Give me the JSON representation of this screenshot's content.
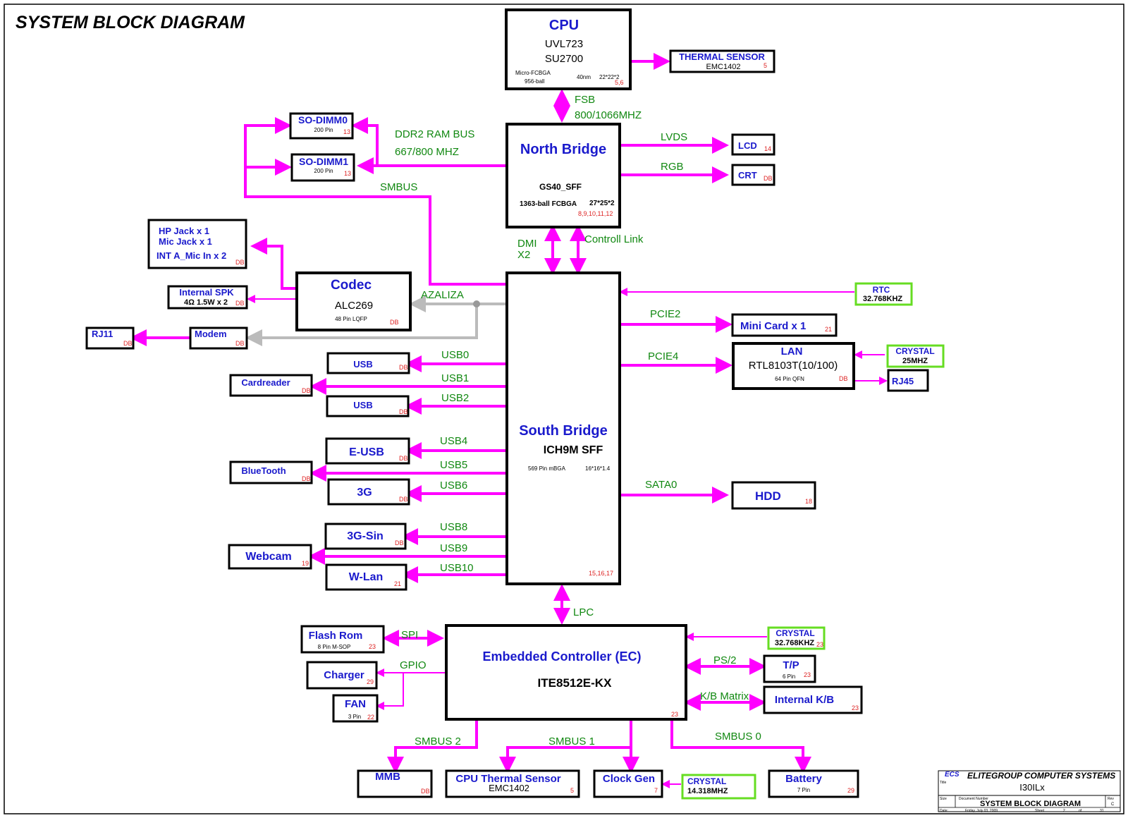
{
  "diagram_title": "SYSTEM BLOCK DIAGRAM",
  "colors": {
    "bus": "#ff00ff",
    "label_blue": "#1a1acc",
    "signal_green": "#118811",
    "page_ref_red": "#dd2222",
    "crystal_border": "#66dd22"
  },
  "cpu": {
    "title": "CPU",
    "line1": "UVL723",
    "line2": "SU2700",
    "pkg1": "Micro-FCBGA",
    "pkg2": "956-ball",
    "process": "40nm",
    "size": "22*22*2",
    "ref": "5,6"
  },
  "thermal_sensor": {
    "title": "THERMAL SENSOR",
    "part": "EMC1402",
    "ref": "5"
  },
  "fsb": {
    "line1": "FSB",
    "line2": "800/1066MHZ"
  },
  "north_bridge": {
    "title": "North Bridge",
    "part": "GS40_SFF",
    "pkg": "1363-ball  FCBGA",
    "size": "27*25*2",
    "ref": "8,9,10,11,12"
  },
  "so_dimm0": {
    "title": "SO-DIMM0",
    "pins": "200 Pin",
    "ref": "13"
  },
  "so_dimm1": {
    "title": "SO-DIMM1",
    "pins": "200 Pin",
    "ref": "13"
  },
  "ram_bus": {
    "line1": "DDR2 RAM BUS",
    "line2": "667/800 MHZ"
  },
  "smbus_nb": "SMBUS",
  "lvds": "LVDS",
  "rgb": "RGB",
  "lcd": {
    "title": "LCD",
    "ref": "14"
  },
  "crt": {
    "title": "CRT",
    "ref": "DB"
  },
  "dmi": {
    "line1": "DMI",
    "line2": "X2"
  },
  "control_link": "Controll Link",
  "south_bridge": {
    "title": "South Bridge",
    "part": "ICH9M SFF",
    "pkg": "569 Pin mBGA",
    "size": "16*16*1.4",
    "ref": "15,16,17"
  },
  "audio_jack": {
    "line1": "HP Jack x 1",
    "line2": "Mic Jack x 1",
    "line3": "INT A_Mic In x 2",
    "ref": "DB"
  },
  "internal_spk": {
    "title": "Internal SPK",
    "spec": "4Ω 1.5W x 2",
    "ref": "DB"
  },
  "codec": {
    "title": "Codec",
    "part": "ALC269",
    "pkg": "48 Pin LQFP",
    "ref": "DB"
  },
  "azalia": "AZALIZA",
  "rj11": {
    "title": "RJ11",
    "ref": "DB"
  },
  "modem": {
    "title": "Modem",
    "ref": "DB"
  },
  "rtc": {
    "title": "RTC",
    "freq": "32.768KHZ"
  },
  "pcie2": "PCIE2",
  "mini_card": {
    "title": "Mini Card x 1",
    "ref": "21"
  },
  "pcie4": "PCIE4",
  "lan": {
    "title": "LAN",
    "part": "RTL8103T(10/100)",
    "pkg": "64 Pin QFN",
    "ref": "DB"
  },
  "crystal_lan": {
    "title": "CRYSTAL",
    "freq": "25MHZ"
  },
  "rj45": {
    "title": "RJ45"
  },
  "sata0": "SATA0",
  "hdd": {
    "title": "HDD",
    "ref": "18"
  },
  "usb_devices": [
    {
      "label": "USB",
      "ref": "DB",
      "bus": "USB0"
    },
    {
      "label": "Cardreader",
      "ref": "DB",
      "bus": "USB1"
    },
    {
      "label": "USB",
      "ref": "DB",
      "bus": "USB2"
    },
    {
      "label": "E-USB",
      "ref": "DB",
      "bus": "USB4"
    },
    {
      "label": "BlueTooth",
      "ref": "DB",
      "bus": "USB5"
    },
    {
      "label": "3G",
      "ref": "DB",
      "bus": "USB6"
    },
    {
      "label": "3G-Sin",
      "ref": "DB",
      "bus": "USB8"
    },
    {
      "label": "Webcam",
      "ref": "19",
      "bus": "USB9"
    },
    {
      "label": "W-Lan",
      "ref": "21",
      "bus": "USB10"
    }
  ],
  "lpc": "LPC",
  "ec": {
    "title": "Embedded Controller (EC)",
    "part": "ITE8512E-KX",
    "ref": "23"
  },
  "flash_rom": {
    "title": "Flash Rom",
    "pkg": "8 Pin M-SOP",
    "ref": "23"
  },
  "spi": "SPI",
  "gpio": "GPIO",
  "charger": {
    "title": "Charger",
    "ref": "29"
  },
  "fan": {
    "title": "FAN",
    "pins": "3 Pin",
    "ref": "22"
  },
  "crystal_ec": {
    "title": "CRYSTAL",
    "freq": "32.768KHZ",
    "ref": "23"
  },
  "ps2": "PS/2",
  "tp": {
    "title": "T/P",
    "pins": "6 Pin",
    "ref": "23"
  },
  "kb_matrix": "K/B Matrix",
  "internal_kb": {
    "title": "Internal K/B",
    "ref": "23"
  },
  "smbus2": "SMBUS 2",
  "smbus1": "SMBUS 1",
  "smbus0": "SMBUS 0",
  "mmb": {
    "title": "MMB",
    "ref": "DB"
  },
  "cpu_thermal": {
    "title": "CPU Thermal Sensor",
    "part": "EMC1402",
    "ref": "5"
  },
  "clock_gen": {
    "title": "Clock Gen",
    "ref": "7"
  },
  "crystal_clk": {
    "title": "CRYSTAL",
    "freq": "14.318MHZ"
  },
  "battery": {
    "title": "Battery",
    "pins": "7 Pin",
    "ref": "29"
  },
  "title_block": {
    "logo": "ECS",
    "company": "ELITEGROUP COMPUTER SYSTEMS",
    "project": "I30ILx",
    "doc_title": "SYSTEM BLOCK DIAGRAM",
    "date": "Friday, July 03, 2009",
    "sheet": "2",
    "of_label": "of",
    "total": "31",
    "title_label": "Title",
    "docnum_label": "Document Number",
    "rev_label": "Rev",
    "rev": "C",
    "date_label": "Date:",
    "sheet_label": "Sheet",
    "size_label": "Size"
  }
}
